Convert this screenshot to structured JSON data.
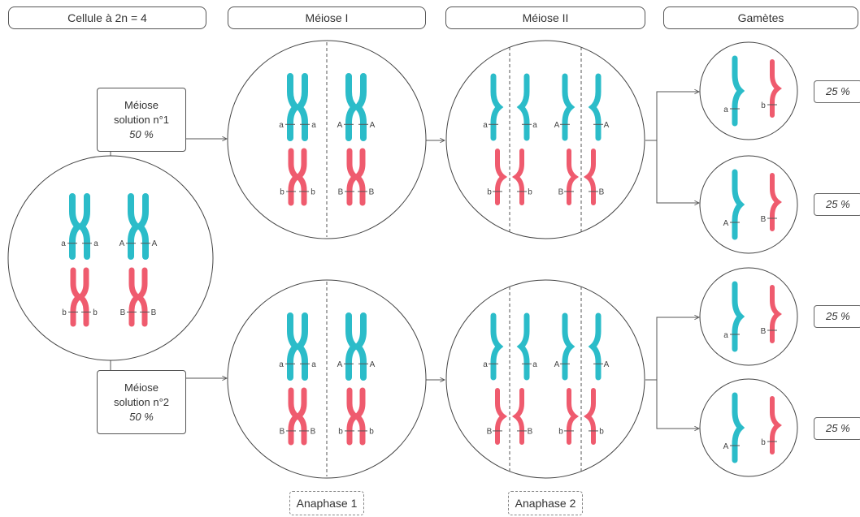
{
  "headers": {
    "cell": "Cellule à 2n = 4",
    "meiosis1": "Méiose I",
    "meiosis2": "Méiose II",
    "gametes": "Gamètes"
  },
  "solutions": [
    {
      "line1": "Méiose",
      "line2": "solution n°1",
      "percent": "50 %"
    },
    {
      "line1": "Méiose",
      "line2": "solution n°2",
      "percent": "50 %"
    }
  ],
  "gamete_percents": [
    "25 %",
    "25 %",
    "25 %",
    "25 %"
  ],
  "phases": {
    "anaphase1": "Anaphase 1",
    "anaphase2": "Anaphase 2"
  },
  "alleles": {
    "initial": {
      "blue": [
        "a",
        "a",
        "A",
        "A"
      ],
      "red": [
        "b",
        "b",
        "B",
        "B"
      ]
    },
    "top_meiosis1": {
      "blue": [
        "a",
        "a",
        "A",
        "A"
      ],
      "red": [
        "b",
        "b",
        "B",
        "B"
      ]
    },
    "bottom_meiosis1": {
      "blue": [
        "a",
        "a",
        "A",
        "A"
      ],
      "red": [
        "B",
        "B",
        "b",
        "b"
      ]
    },
    "top_meiosis2": {
      "blue": [
        "a",
        "a",
        "A",
        "A"
      ],
      "red": [
        "b",
        "b",
        "B",
        "B"
      ]
    },
    "bottom_meiosis2": {
      "blue": [
        "a",
        "a",
        "A",
        "A"
      ],
      "red": [
        "B",
        "B",
        "b",
        "b"
      ]
    },
    "gametes": [
      {
        "blue": "a",
        "red": "b"
      },
      {
        "blue": "A",
        "red": "B"
      },
      {
        "blue": "a",
        "red": "B"
      },
      {
        "blue": "A",
        "red": "b"
      }
    ]
  },
  "colors": {
    "blue": "#2bbcc9",
    "red": "#ef5b6e",
    "line": "#555555"
  }
}
